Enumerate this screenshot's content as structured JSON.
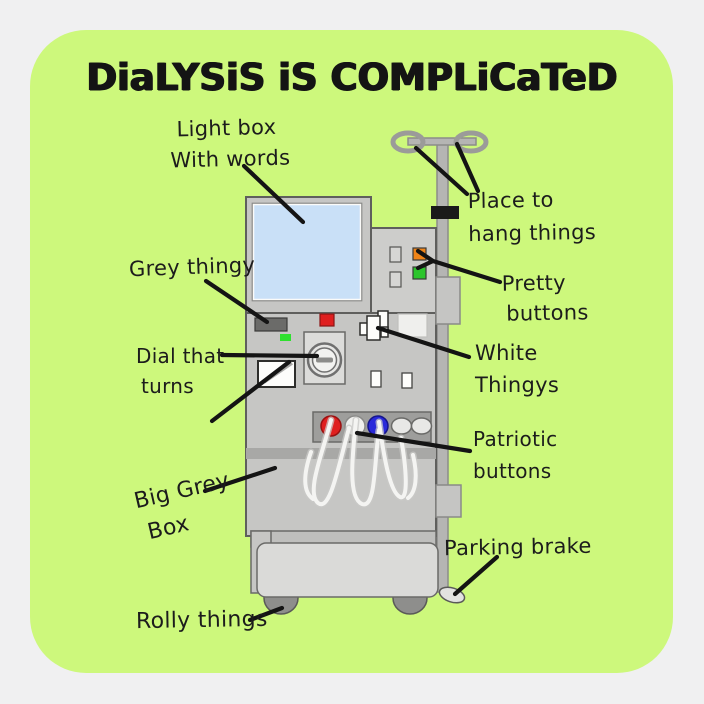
{
  "sticker": {
    "title": "DiaLYSiS iS COMPLiCaTeD",
    "bg_color": "#cdf87c",
    "margin_color": "#f0f0f1",
    "ink_color": "#141414"
  },
  "labels": {
    "light_box": {
      "line1": "Light box",
      "line2": "With words"
    },
    "place_to_hang": {
      "line1": "Place to",
      "line2": "hang things"
    },
    "grey_thingy": {
      "line1": "Grey thingy"
    },
    "pretty_buttons": {
      "line1": "Pretty",
      "line2": "buttons"
    },
    "dial_that_turns": {
      "line1": "Dial that",
      "line2": "turns"
    },
    "white_thingys": {
      "line1": "White",
      "line2": "Thingys"
    },
    "patriotic_buttons": {
      "line1": "Patriotic",
      "line2": "buttons"
    },
    "big_grey_box": {
      "line1": "Big Grey",
      "line2": "Box"
    },
    "rolly_things": {
      "line1": "Rolly things"
    },
    "parking_brake": {
      "line1": "Parking brake"
    }
  },
  "colors": {
    "screen": "#c9e0f7",
    "machine_grey": "#c6c6c4",
    "panel_grey": "#cdcdcb",
    "grey_thingy": "#6b6b69",
    "red": "#df1f1f",
    "blue": "#2929da",
    "orange": "#ef8418",
    "green": "#2cc52c",
    "indicator_green": "#2ee02e",
    "arrow_black": "#141414"
  }
}
